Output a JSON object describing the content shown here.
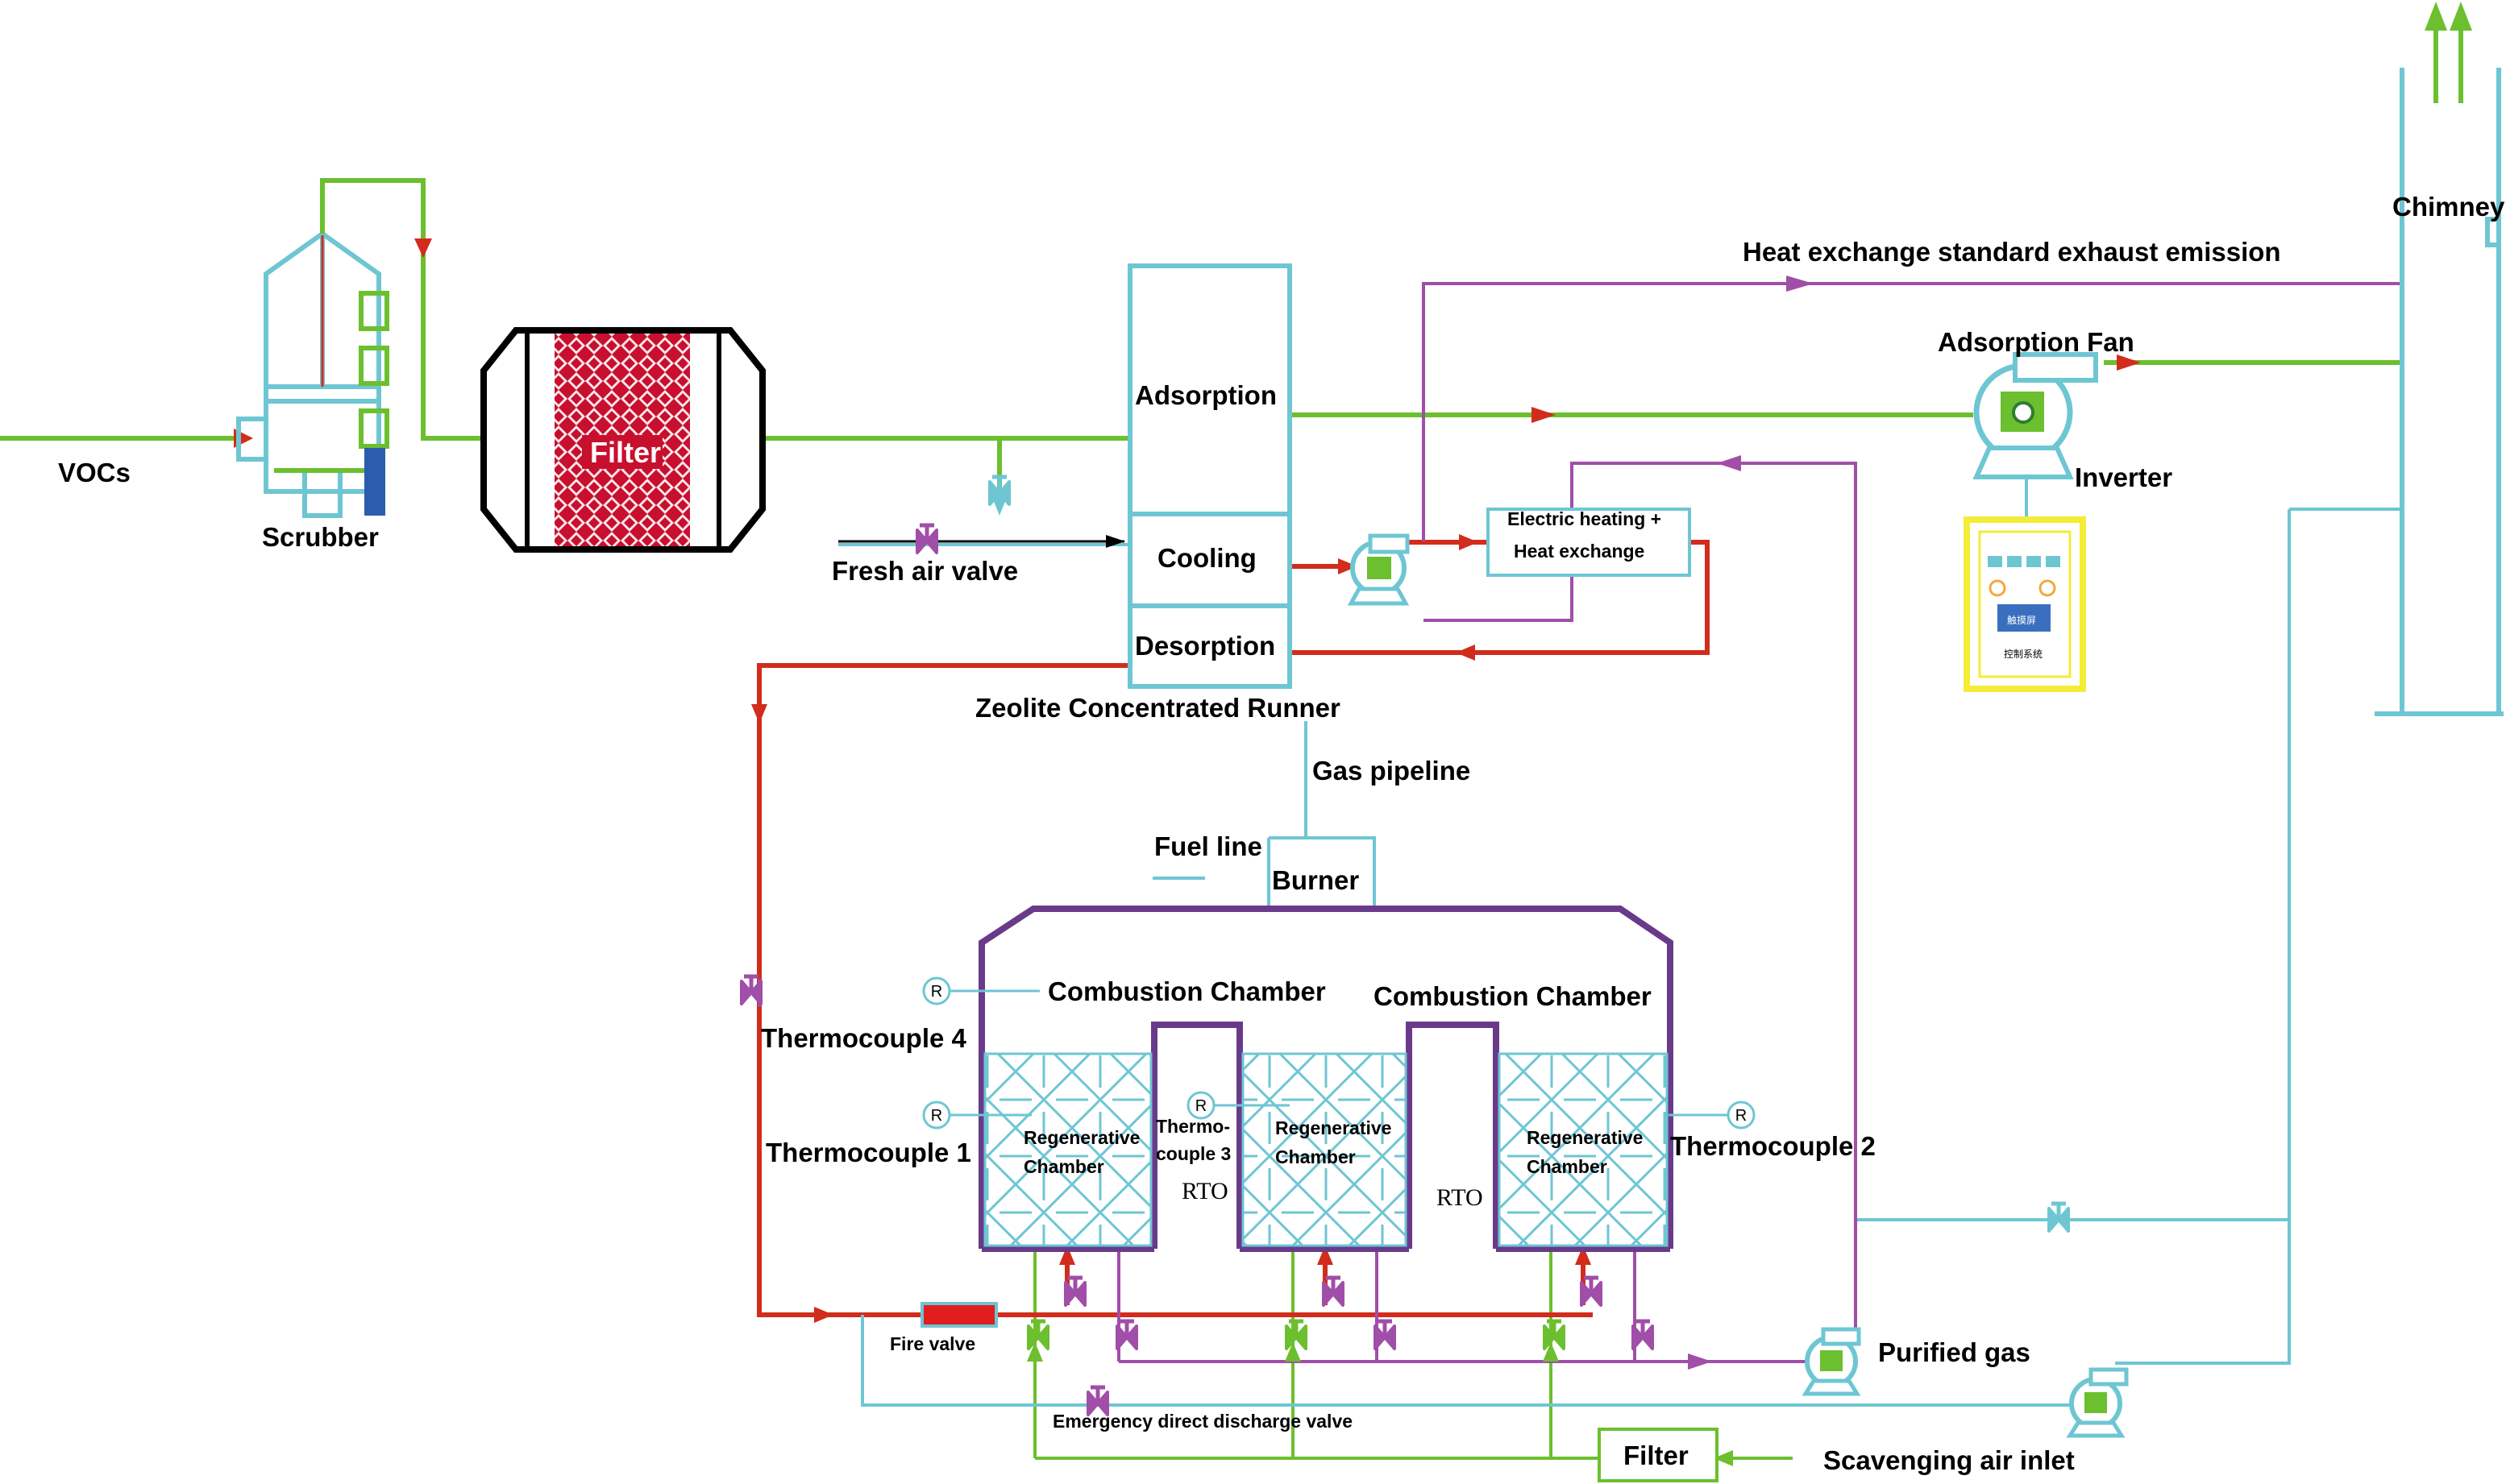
{
  "colors": {
    "green": "#6cbf2e",
    "red": "#d12c1c",
    "cyan": "#6ec6d3",
    "purple": "#a04ea8",
    "dark_purple": "#6a3a8a",
    "yellow": "#f4ec36",
    "filter_red": "#c8102e"
  },
  "labels": {
    "vocs": "VOCs",
    "scrubber": "Scrubber",
    "filter": "Filter",
    "fresh_air_valve": "Fresh air valve",
    "adsorption": "Adsorption",
    "cooling": "Cooling",
    "desorption": "Desorption",
    "zeolite_runner": "Zeolite Concentrated Runner",
    "electric_heating_line1": "Electric heating +",
    "electric_heating_line2": "Heat exchange",
    "heat_exchange_emission": "Heat exchange standard exhaust emission",
    "adsorption_fan": "Adsorption Fan",
    "inverter": "Inverter",
    "chimney": "Chimney",
    "gas_pipeline": "Gas pipeline",
    "fuel_line": "Fuel line",
    "burner": "Burner",
    "combustion_chamber_left": "Combustion Chamber",
    "combustion_chamber_right": "Combustion Chamber",
    "thermocouple_4": "Thermocouple 4",
    "thermocouple_1": "Thermocouple 1",
    "thermocouple_2": "Thermocouple 2",
    "thermocouple_3_line1": "Thermo-",
    "thermocouple_3_line2": "couple 3",
    "regen_line1": "Regenerative",
    "regen_line2": "Chamber",
    "rto": "RTO",
    "fire_valve": "Fire valve",
    "emergency_valve": "Emergency direct discharge valve",
    "purified_gas": "Purified gas",
    "filter_bottom": "Filter",
    "scavenging_air_inlet": "Scavenging air inlet",
    "control_panel_title": "触摸屏",
    "control_panel_caption": "控制系统",
    "thermocouple_symbol": "R"
  },
  "icons": [
    "arrow-icon",
    "valve-icon",
    "fan-icon",
    "thermocouple-icon",
    "control-panel-icon",
    "chimney-icon"
  ]
}
